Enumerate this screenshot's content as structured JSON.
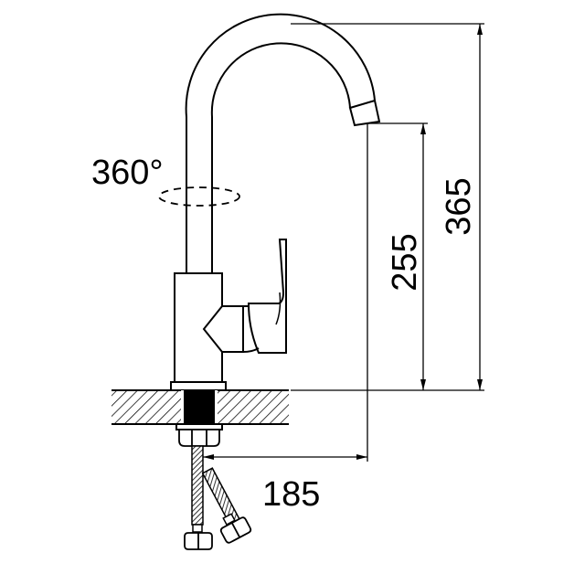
{
  "title": "Kitchen faucet dimension drawing",
  "labels": {
    "rotation": "360°",
    "spout_height": "255",
    "total_height": "365",
    "spout_reach": "185"
  },
  "colors": {
    "line": "#000000",
    "background": "#ffffff"
  }
}
